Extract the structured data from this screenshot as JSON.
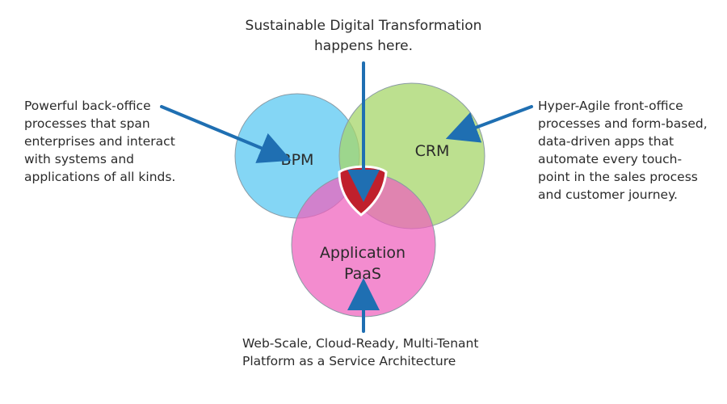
{
  "captions": {
    "top_line1": "Sustainable Digital Transformation",
    "top_line2": "happens here.",
    "left_lines": [
      "Powerful back-office",
      "processes that span",
      "enterprises and interact",
      "with systems and",
      "applications of all kinds."
    ],
    "right_lines": [
      "Hyper-Agile front-office",
      "processes and form-based,",
      "data-driven apps that",
      "automate every touch-",
      "point in the sales process",
      "and customer journey."
    ],
    "bottom_lines": [
      "Web-Scale, Cloud-Ready, Multi-Tenant",
      "Platform as a Service Architecture"
    ]
  },
  "circles": {
    "bpm_label": "BPM",
    "crm_label": "CRM",
    "paas_line1": "Application",
    "paas_line2": "PaaS"
  },
  "colors": {
    "bpm": "#5bc8f2",
    "crm": "#a6d66a",
    "paas": "#ee5fbd",
    "shield": "#c0202c",
    "arrow": "#1f6fb2"
  }
}
